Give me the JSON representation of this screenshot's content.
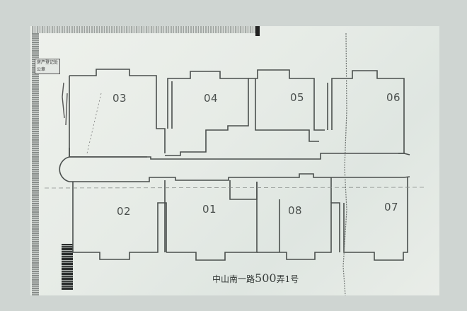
{
  "document": {
    "type": "residential floor plan (scanned)",
    "background_color": "#cfd5d2",
    "paper_color": "#e9ede8",
    "line_color": "#4a4f4d"
  },
  "stamp": {
    "line1": "房产登记处",
    "line2": "公章"
  },
  "units": {
    "top_row": [
      {
        "id": "03",
        "label": "03"
      },
      {
        "id": "04",
        "label": "04"
      },
      {
        "id": "05",
        "label": "05"
      },
      {
        "id": "06",
        "label": "06"
      }
    ],
    "bottom_row": [
      {
        "id": "02",
        "label": "02"
      },
      {
        "id": "01",
        "label": "01"
      },
      {
        "id": "08",
        "label": "08"
      },
      {
        "id": "07",
        "label": "07"
      }
    ]
  },
  "address": {
    "prefix": "中山南一路",
    "number": "500",
    "suffix": "弄1号"
  }
}
